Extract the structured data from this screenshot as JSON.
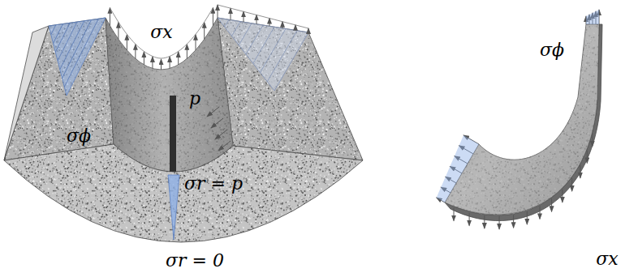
{
  "diagram": {
    "labels": [
      "σx",
      "σϕ",
      "p",
      "σr = p",
      "σr = 0",
      "σϕ",
      "σx"
    ]
  }
}
